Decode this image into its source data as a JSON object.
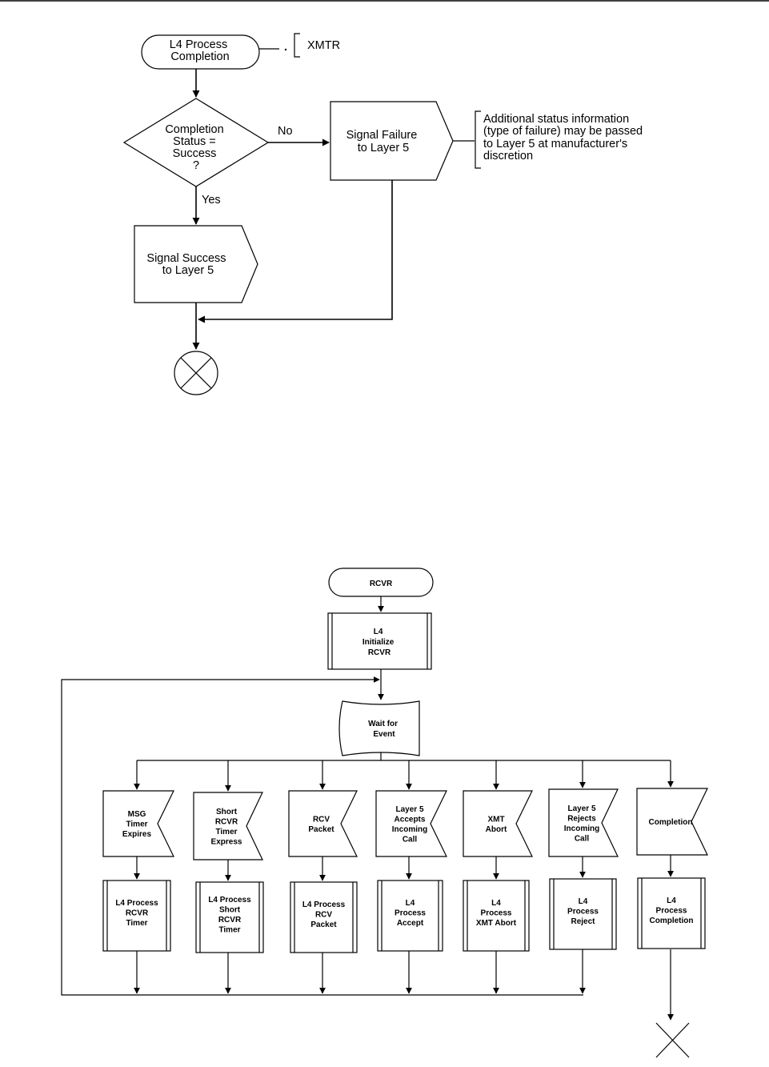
{
  "top_flowchart": {
    "start": [
      "L4 Process",
      "Completion"
    ],
    "xmtr_label": "XMTR",
    "decision": [
      "Completion",
      "Status =",
      "Success",
      "?"
    ],
    "no_label": "No",
    "yes_label": "Yes",
    "failure": [
      "Signal Failure",
      "to Layer 5"
    ],
    "success": [
      "Signal Success",
      "to Layer 5"
    ],
    "note": [
      "Additional status information",
      "(type of failure) may be passed",
      "to Layer 5 at manufacturer's",
      "discretion"
    ]
  },
  "bottom_flowchart": {
    "start": "RCVR",
    "init": [
      "L4",
      "Initialize",
      "RCVR"
    ],
    "wait": [
      "Wait for",
      "Event"
    ],
    "events": [
      [
        "MSG",
        "Timer",
        "Expires"
      ],
      [
        "Short",
        "RCVR",
        "Timer",
        "Express"
      ],
      [
        "RCV",
        "Packet"
      ],
      [
        "Layer 5",
        "Accepts",
        "Incoming",
        "Call"
      ],
      [
        "XMT",
        "Abort"
      ],
      [
        "Layer 5",
        "Rejects",
        "Incoming",
        "Call"
      ],
      [
        "Completion"
      ]
    ],
    "processes": [
      [
        "L4 Process",
        "RCVR",
        "Timer"
      ],
      [
        "L4 Process",
        "Short",
        "RCVR",
        "Timer"
      ],
      [
        "L4 Process",
        "RCV",
        "Packet"
      ],
      [
        "L4",
        "Process",
        "Accept"
      ],
      [
        "L4",
        "Process",
        "XMT Abort"
      ],
      [
        "L4",
        "Process",
        "Reject"
      ],
      [
        "L4",
        "Process",
        "Completion"
      ]
    ]
  }
}
